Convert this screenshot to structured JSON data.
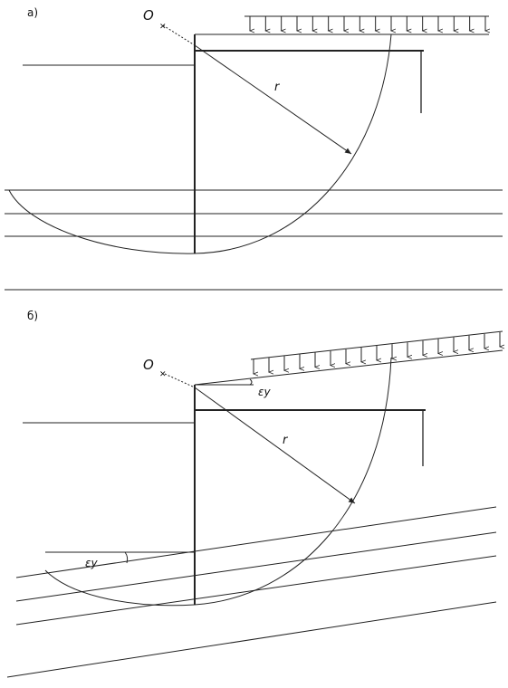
{
  "panel_a": {
    "label": "а)",
    "center_label": "O",
    "radius_label": "r"
  },
  "panel_b": {
    "label": "б)",
    "center_label": "O",
    "radius_label": "r",
    "angle_label_top": "εу",
    "angle_label_bottom": "εу"
  }
}
